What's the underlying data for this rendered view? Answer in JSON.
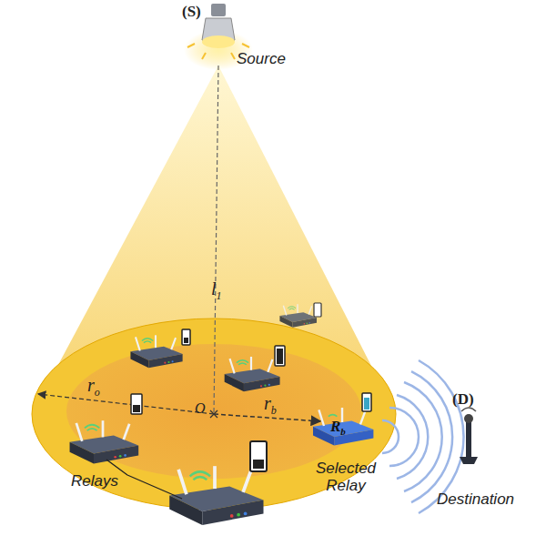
{
  "diagram": {
    "nodes": [
      {
        "text": [
          "(S)",
          "Source"
        ]
      },
      {
        "text": [
          "Rb",
          "Selected Relay"
        ]
      },
      {
        "text": [
          "(D)",
          "Destination"
        ]
      }
    ],
    "labels": [
      "l1",
      "ro",
      "O",
      "rb",
      "Relays"
    ]
  }
}
